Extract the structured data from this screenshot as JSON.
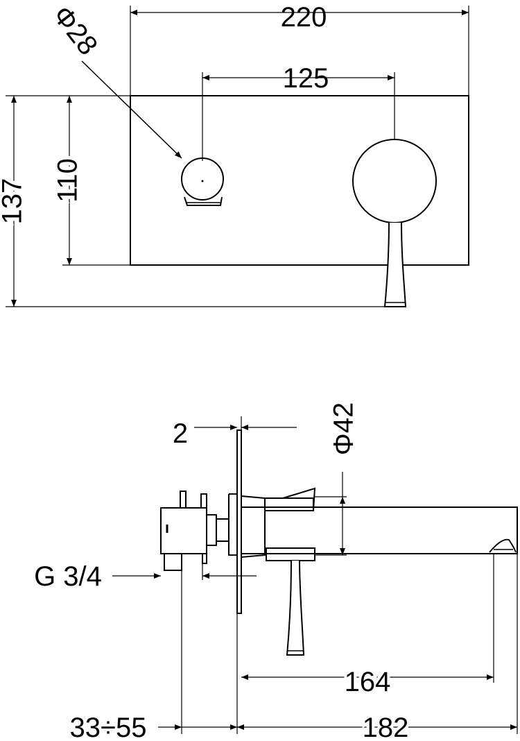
{
  "front_view": {
    "width_overall": "220",
    "handle_spacing": "125",
    "diverter_diameter": "Φ28",
    "plate_height": "110",
    "height_overall": "137"
  },
  "side_view": {
    "plate_thickness": "2",
    "spout_diameter": "Φ42",
    "inlet_thread": "G 3/4",
    "spout_reach": "164",
    "total_reach": "182",
    "wall_depth": "33÷55"
  }
}
